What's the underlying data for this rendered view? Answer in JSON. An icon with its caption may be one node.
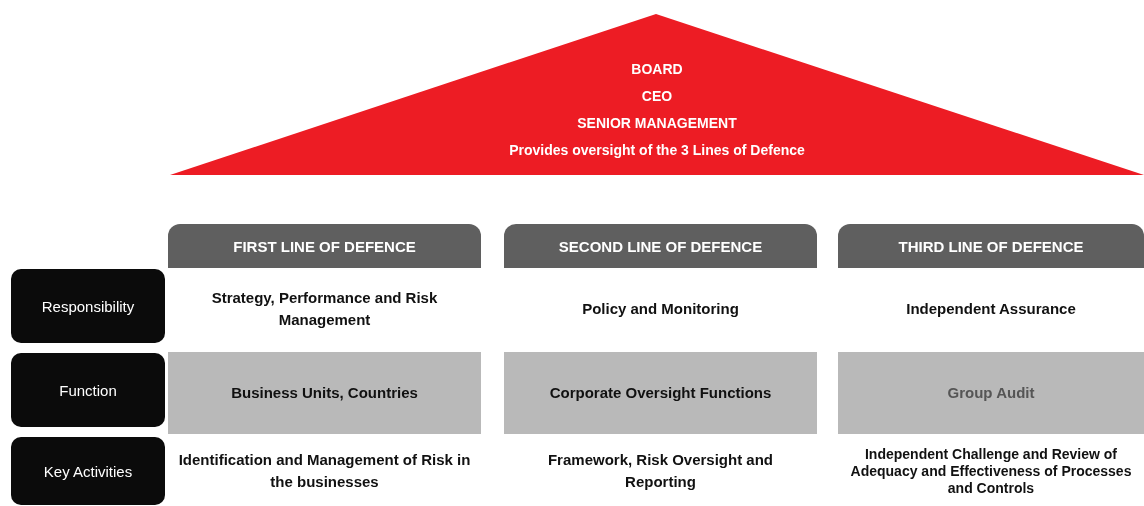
{
  "diagram": {
    "nodes": [
      {
        "text": [
          "BOARD",
          "CEO",
          "SENIOR MANAGEMENT",
          "Provides oversight of the 3 Lines of Defence"
        ]
      },
      {
        "text": [
          "FIRST LINE OF DEFENCE"
        ]
      },
      {
        "text": [
          "SECOND LINE OF DEFENCE"
        ]
      },
      {
        "text": [
          "THIRD LINE OF DEFENCE"
        ]
      },
      {
        "text": [
          "Responsibility"
        ]
      },
      {
        "text": [
          "Strategy, Performance and Risk Management"
        ]
      },
      {
        "text": [
          "Policy and Monitoring"
        ]
      },
      {
        "text": [
          "Independent Assurance"
        ]
      },
      {
        "text": [
          "Function"
        ]
      },
      {
        "text": [
          "Business Units, Countries"
        ]
      },
      {
        "text": [
          "Corporate Oversight Functions"
        ]
      },
      {
        "text": [
          "Group Audit"
        ]
      },
      {
        "text": [
          "Key Activities"
        ]
      },
      {
        "text": [
          "Identification and Management of Risk in the businesses"
        ]
      },
      {
        "text": [
          "Framework, Risk Oversight and Reporting"
        ]
      },
      {
        "text": [
          "Independent Challenge and Review of Adequacy and Effectiveness of Processes and Controls"
        ]
      }
    ]
  }
}
